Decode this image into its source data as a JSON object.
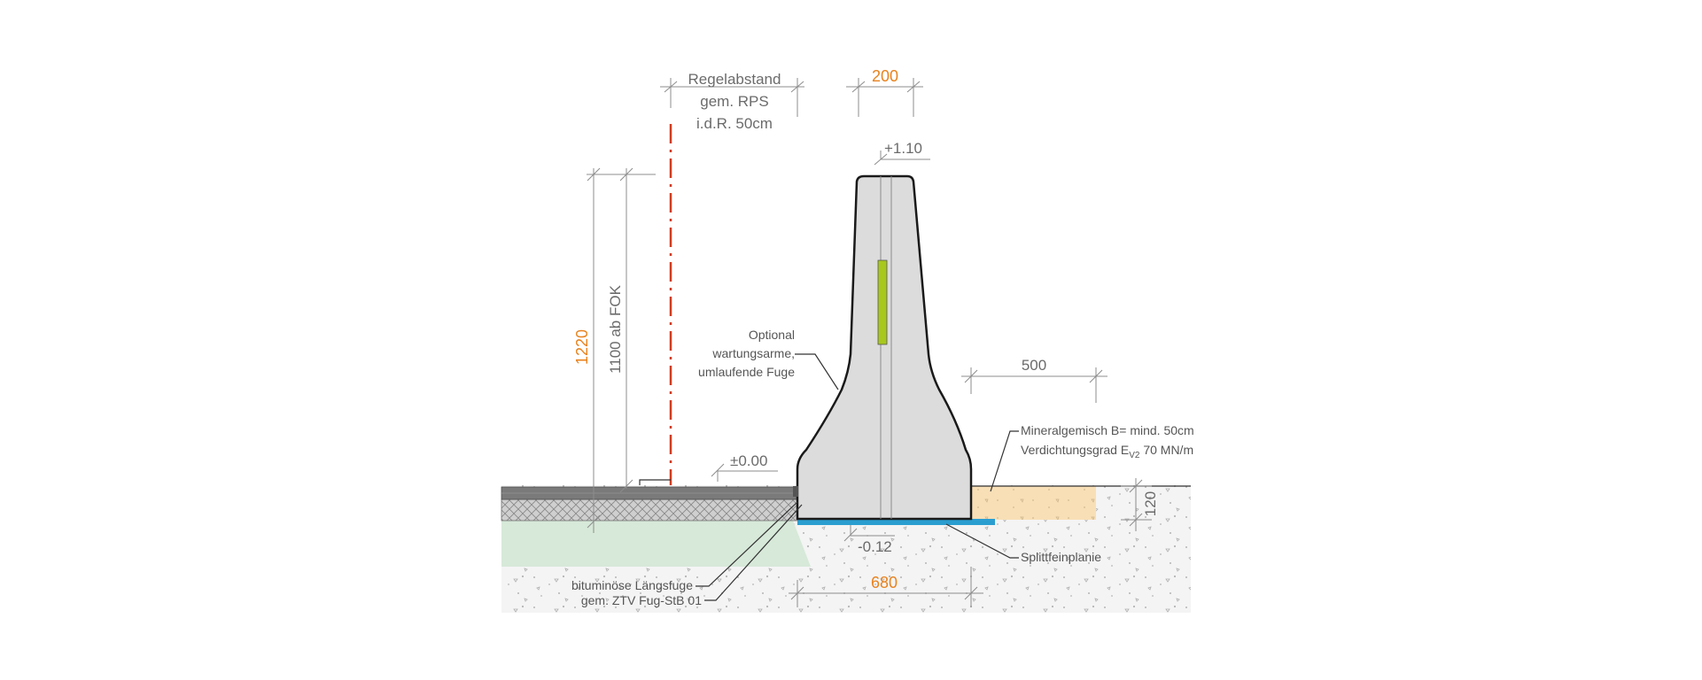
{
  "colors": {
    "barrier_fill": "#dcdcdd",
    "barrier_outline": "#1a1a1a",
    "reflector": "#a8c81e",
    "orange_dim": "#e8821e",
    "red_line": "#d23c1e",
    "asphalt_top": "#7a7a7a",
    "asphalt_hatch": "#c8c8c8",
    "subbase_green": "#d7e9d9",
    "mineral_mix": "#f8dfb6",
    "blue_layer": "#2b9ed0",
    "gravel": "#f3f3f3"
  },
  "labels": {
    "regelabstand_l1": "Regelabstand",
    "regelabstand_l2": "gem. RPS",
    "regelabstand_l3": "i.d.R. 50cm",
    "dim_200": "200",
    "level_top": "+1.10",
    "dim_1220": "1220",
    "dim_1100": "1100 ab FOK",
    "optional_l1": "Optional",
    "optional_l2": "wartungsarme,",
    "optional_l3": "umlaufende Fuge",
    "dim_500": "500",
    "mineral_l1": "Mineralgemisch B= mind. 50cm",
    "mineral_l2_pre": "Verdichtungsgrad E",
    "mineral_l2_sub": "V2",
    "mineral_l2_post": " 70 MN/m",
    "level_zero": "±0.00",
    "dim_120": "120",
    "level_bottom": "-0.12",
    "splitt": "Splittfeinplanie",
    "dim_680": "680",
    "fuge_l1": "bituminöse Längsfuge",
    "fuge_l2": "gem. ZTV Fug-StB 01"
  }
}
